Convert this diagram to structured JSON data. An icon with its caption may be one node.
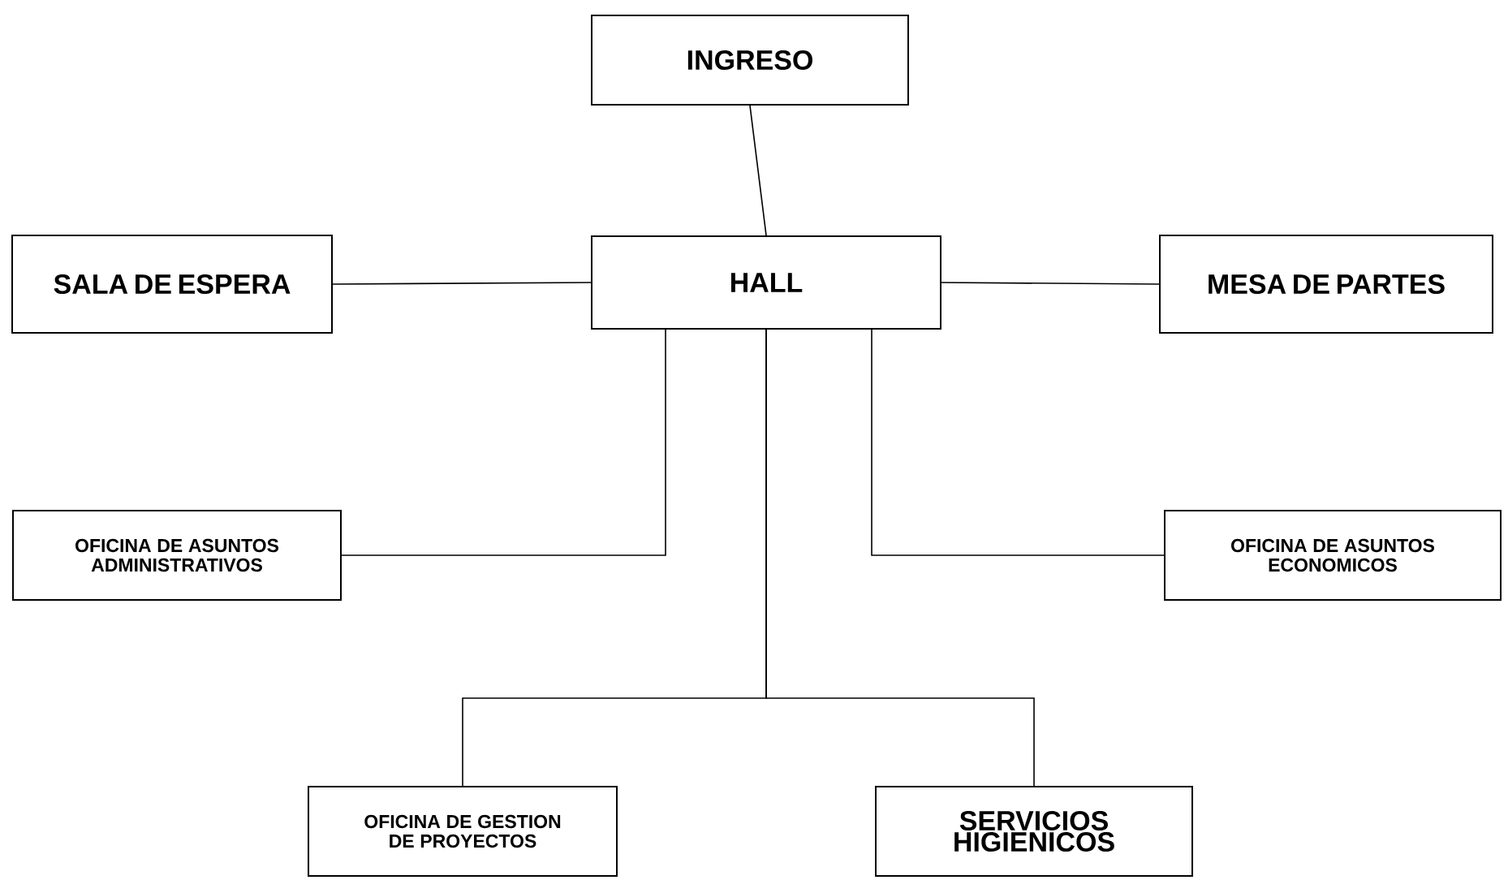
{
  "diagram": {
    "nodes": [
      {
        "text": [
          "INGRESO"
        ]
      },
      {
        "text": [
          "HALL"
        ]
      },
      {
        "text": [
          "SALA DE ESPERA"
        ]
      },
      {
        "text": [
          "MESA DE PARTES"
        ]
      },
      {
        "text": [
          "OFICINA DE ASUNTOS ADMINISTRATIVOS"
        ]
      },
      {
        "text": [
          "OFICINA DE ASUNTOS ECONOMICOS"
        ]
      },
      {
        "text": [
          "OFICINA DE GESTION DE PROYECTOS"
        ]
      },
      {
        "text": [
          "SERVICIOS HIGIENICOS"
        ]
      }
    ],
    "edges": [
      {
        "from": 0,
        "to": 1,
        "arrow": "none"
      },
      {
        "from": 2,
        "to": 1,
        "arrow": "none"
      },
      {
        "from": 1,
        "to": 3,
        "arrow": "none"
      },
      {
        "from": 1,
        "to": 4,
        "arrow": "none"
      },
      {
        "from": 1,
        "to": 5,
        "arrow": "none"
      },
      {
        "from": 1,
        "to": 6,
        "arrow": "none"
      },
      {
        "from": 1,
        "to": 7,
        "arrow": "none"
      }
    ]
  }
}
